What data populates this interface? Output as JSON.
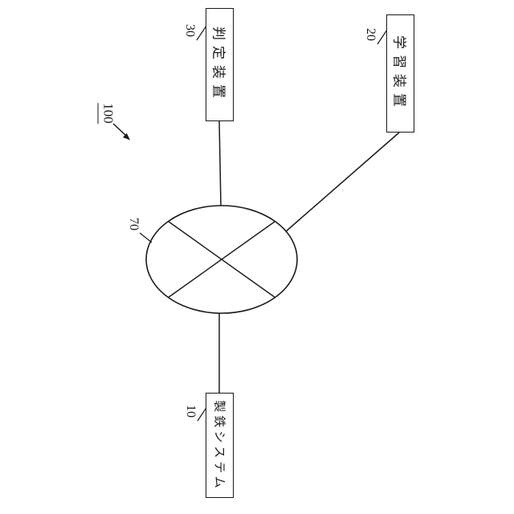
{
  "figure": {
    "reference": {
      "label": "100"
    },
    "network": {
      "ref": "70"
    },
    "boxes": [
      {
        "ref": "30",
        "label": "判定装置"
      },
      {
        "ref": "20",
        "label": "学習装置"
      },
      {
        "ref": "10",
        "label": "製鉄システム"
      }
    ]
  },
  "colors": {
    "stroke": "#1a1a1a",
    "background": "#ffffff"
  }
}
